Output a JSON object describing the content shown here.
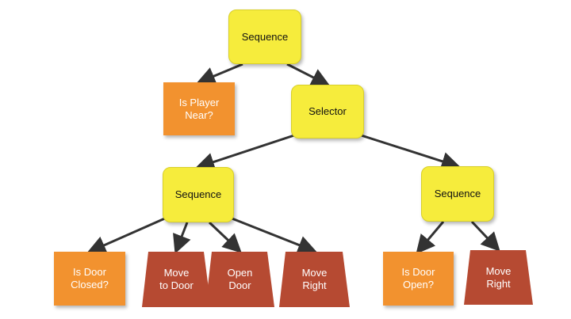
{
  "colors": {
    "composite_fill": "#f6ec3c",
    "condition_fill": "#f2922f",
    "action_fill": "#b64a32",
    "edge": "#333333"
  },
  "nodes": {
    "root_sequence": "Sequence",
    "is_player_near": "Is Player\nNear?",
    "selector": "Selector",
    "left_sequence": "Sequence",
    "right_sequence": "Sequence",
    "is_door_closed": "Is Door\nClosed?",
    "move_to_door": "Move\nto Door",
    "open_door": "Open\nDoor",
    "move_right_left": "Move\nRight",
    "is_door_open": "Is Door\nOpen?",
    "move_right_right": "Move\nRight"
  },
  "edges": [
    [
      "root_sequence",
      "is_player_near"
    ],
    [
      "root_sequence",
      "selector"
    ],
    [
      "selector",
      "left_sequence"
    ],
    [
      "selector",
      "right_sequence"
    ],
    [
      "left_sequence",
      "is_door_closed"
    ],
    [
      "left_sequence",
      "move_to_door"
    ],
    [
      "left_sequence",
      "open_door"
    ],
    [
      "left_sequence",
      "move_right_left"
    ],
    [
      "right_sequence",
      "is_door_open"
    ],
    [
      "right_sequence",
      "move_right_right"
    ]
  ]
}
